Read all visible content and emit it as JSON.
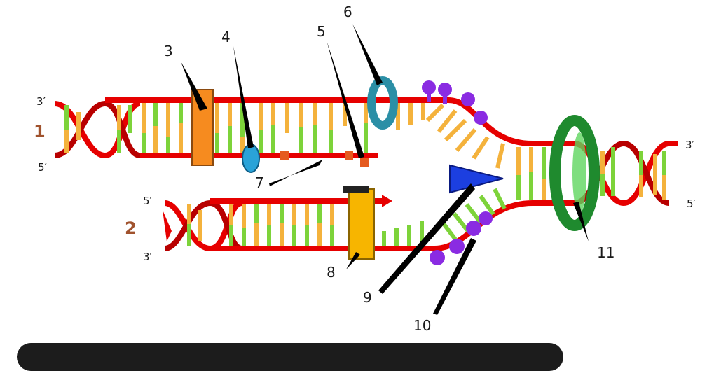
{
  "diagram": {
    "strand_numbers": [
      "1",
      "2"
    ],
    "end_labels": {
      "strand1_left_top": "3′",
      "strand1_left_bottom": "5′",
      "strand2_left_top": "5′",
      "strand2_left_bottom": "3′",
      "right_top": "3′",
      "right_bottom": "5′"
    },
    "callouts": [
      "3",
      "4",
      "5",
      "6",
      "7",
      "8",
      "9",
      "10",
      "11"
    ]
  },
  "colors": {
    "backbone": "#e60000",
    "base_orange": "#f4b23c",
    "base_green": "#7dd33a",
    "box_orange": "#f68b1f",
    "box_yellow": "#f7b500",
    "helicase_ring": "#2b8fa6",
    "clamp_ring": "#1f8a2e",
    "primase": "#1c3fe0",
    "ssb_purple": "#8a2be2",
    "ligase_blue": "#2aa3d8"
  }
}
